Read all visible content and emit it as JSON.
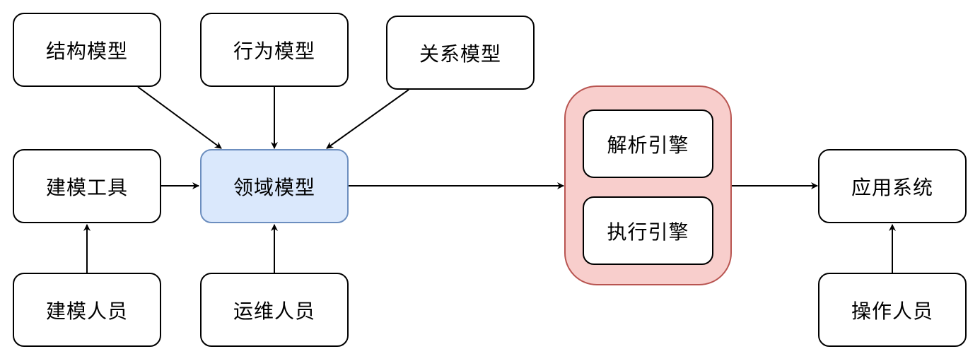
{
  "nodes": {
    "structure_model": "结构模型",
    "behavior_model": "行为模型",
    "relation_model": "关系模型",
    "modeling_tool": "建模工具",
    "domain_model": "领域模型",
    "modeler": "建模人员",
    "ops_staff": "运维人员",
    "parse_engine": "解析引擎",
    "exec_engine": "执行引擎",
    "app_system": "应用系统",
    "operator": "操作人员"
  },
  "colors": {
    "domain_fill": "#dae8fc",
    "domain_border": "#6c8ebf",
    "engine_group_fill": "#f8cecc",
    "engine_group_border": "#b85450"
  }
}
